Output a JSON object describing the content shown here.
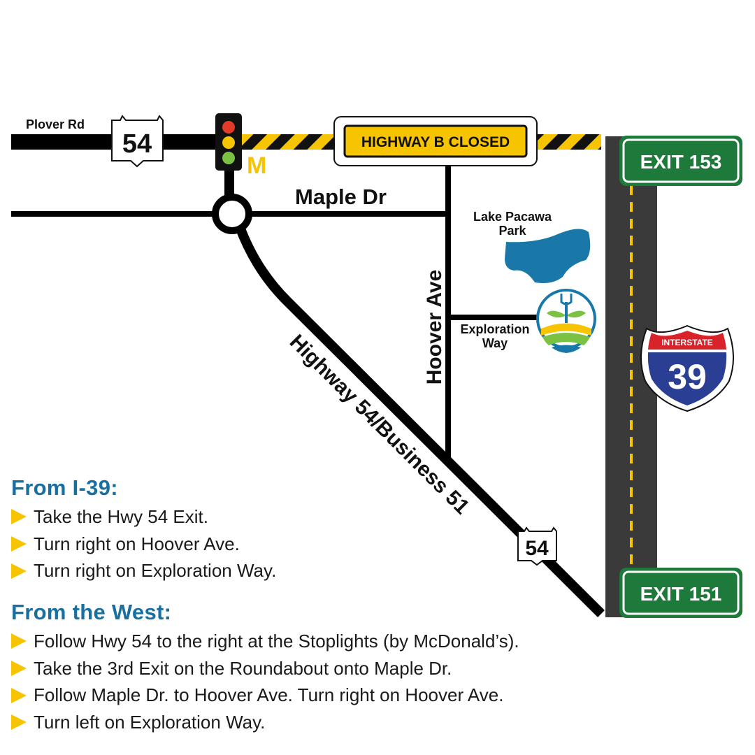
{
  "map": {
    "roads": {
      "plover_rd": "Plover Rd",
      "maple_dr": "Maple Dr",
      "hoover_ave": "Hoover Ave",
      "exploration_way_line1": "Exploration",
      "exploration_way_line2": "Way",
      "highway_54_business_51": "Highway 54/Business 51"
    },
    "route_shields": {
      "top": "54",
      "bottom": "54"
    },
    "closure_sign": "HIGHWAY B CLOSED",
    "exits": {
      "north": "EXIT 153",
      "south": "EXIT 151"
    },
    "interstate_shield": {
      "header": "INTERSTATE",
      "number": "39"
    },
    "park": {
      "line1": "Lake Pacawa",
      "line2": "Park"
    },
    "landmarks": {
      "restaurant_logo": "M"
    },
    "colors": {
      "road": "#000000",
      "closure_stripe": "#f6c400",
      "exit_sign_green": "#1d7a3a",
      "interstate_blue": "#2a3e93",
      "interstate_red": "#d8232a",
      "park_water": "#1a78a8",
      "heading_blue": "#1a6fa1",
      "bullet_yellow": "#f6c400"
    },
    "icons": [
      "traffic-light-icon",
      "mcdonalds-logo-icon",
      "roundabout-icon",
      "farm-logo-icon",
      "interstate-shield-icon"
    ]
  },
  "directions": {
    "from_i39": {
      "heading": "From I-39:",
      "steps": [
        "Take the Hwy 54 Exit.",
        "Turn right on Hoover Ave.",
        "Turn right on Exploration Way."
      ]
    },
    "from_west": {
      "heading": "From the West:",
      "steps": [
        "Follow Hwy 54 to the right at the Stoplights (by McDonald’s).",
        "Take the 3rd Exit on the Roundabout onto Maple Dr.",
        "Follow Maple Dr. to Hoover Ave. Turn right on Hoover Ave.",
        "Turn left on Exploration Way."
      ]
    }
  }
}
